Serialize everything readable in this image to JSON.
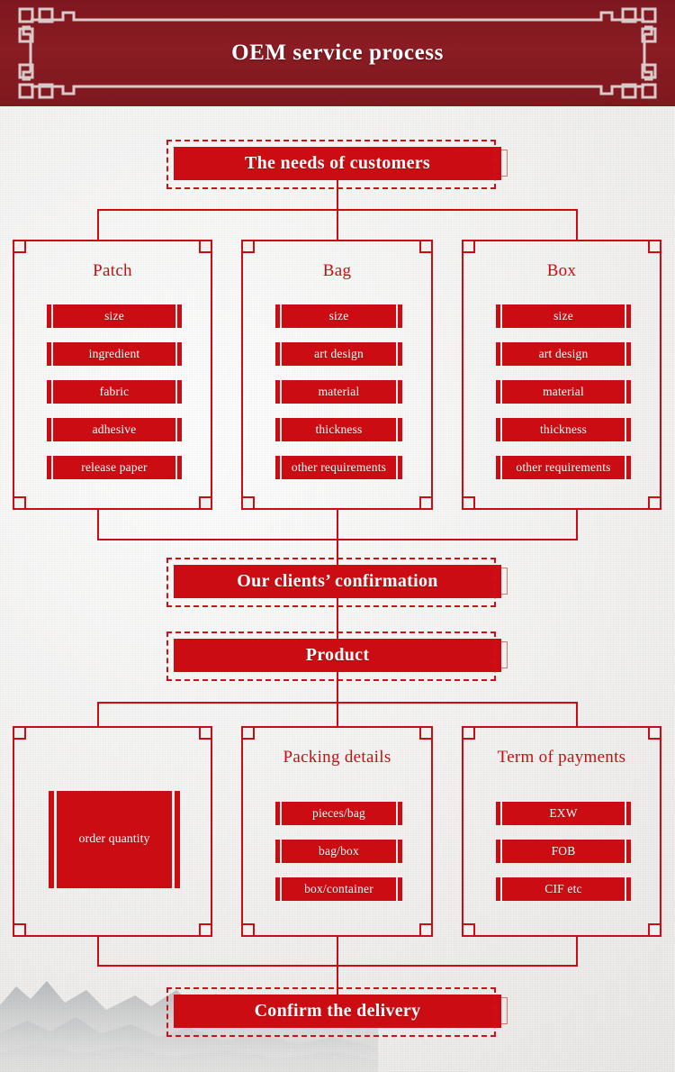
{
  "header": {
    "title": "OEM service process",
    "bg_color": "#821a21",
    "frame_color": "#d9c9c9"
  },
  "theme": {
    "red": "#cb0d13",
    "paper": "#f1f0ee",
    "maroon": "#821a21"
  },
  "flow": {
    "start": {
      "label": "The needs of customers"
    },
    "confirmation": {
      "label": "Our clients’ confirmation"
    },
    "product": {
      "label": "Product"
    },
    "delivery": {
      "label": "Confirm the delivery"
    }
  },
  "requirement_panels": [
    {
      "title": "Patch",
      "items": [
        "size",
        "ingredient",
        "fabric",
        "adhesive",
        "release paper"
      ]
    },
    {
      "title": "Bag",
      "items": [
        "size",
        "art design",
        "material",
        "thickness",
        "other requirements"
      ]
    },
    {
      "title": "Box",
      "items": [
        "size",
        "art design",
        "material",
        "thickness",
        "other requirements"
      ]
    }
  ],
  "order_panels": [
    {
      "title": "",
      "block_label": "order quantity",
      "items": []
    },
    {
      "title": "Packing details",
      "items": [
        "pieces/bag",
        "bag/box",
        "box/container"
      ]
    },
    {
      "title": "Term of payments",
      "items": [
        "EXW",
        "FOB",
        "CIF etc"
      ]
    }
  ]
}
